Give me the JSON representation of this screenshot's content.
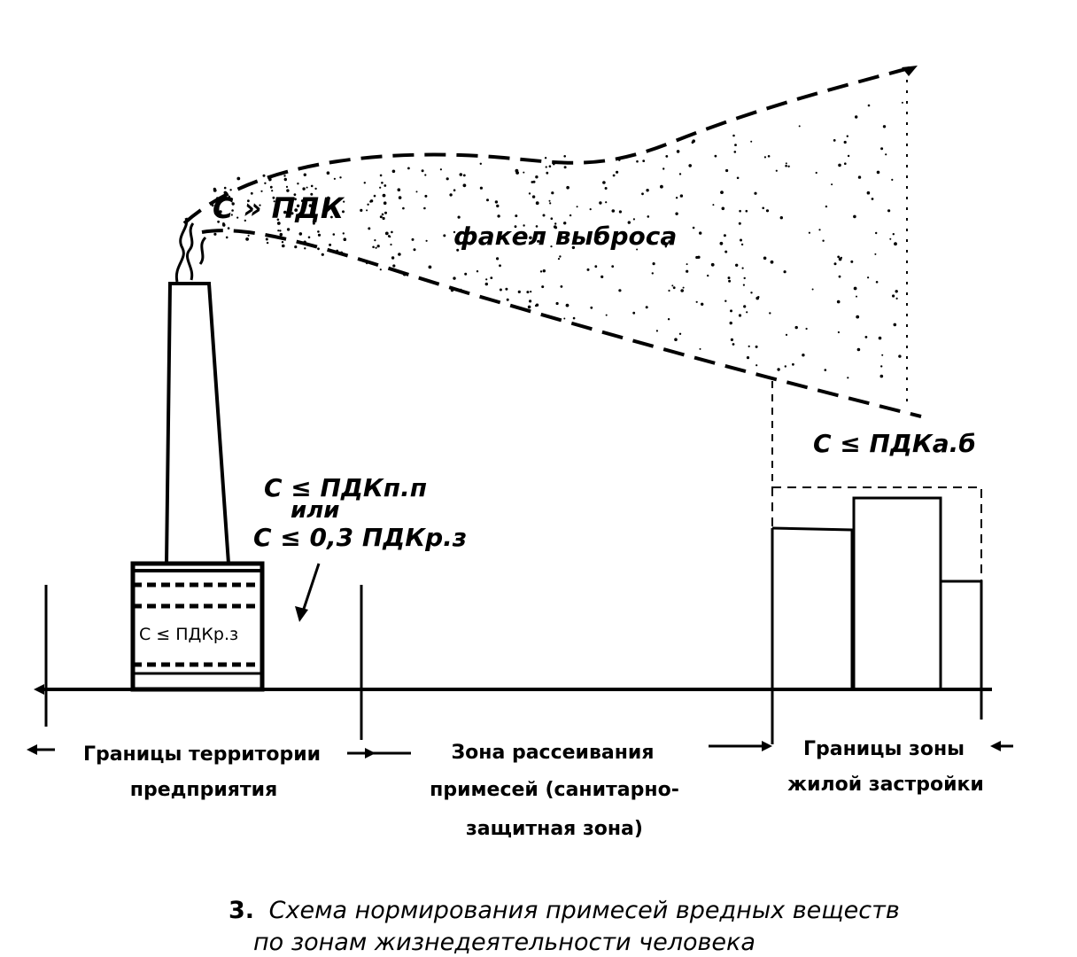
{
  "labels": {
    "c_much_greater": "C » ПДК",
    "plume": "факел выброса",
    "c_le_pdk_rz": "C ≤ ПДКр.з",
    "c_le_pdk_pp": "C ≤ ПДКп.п",
    "ili": "или",
    "c_le_03_pdk_rz": "C ≤ 0,3 ПДКр.з",
    "c_le_pdk_ab": "C ≤ ПДКа.б"
  },
  "zones": {
    "enterprise": [
      "Границы территории",
      "предприятия"
    ],
    "dispersion": [
      "Зона рассеивания",
      "примесей (санитарно-",
      "защитная зона)"
    ],
    "residential": [
      "Границы зоны",
      "жилой застройки"
    ]
  },
  "caption": {
    "number": "3.",
    "line1": "Схема нормирования примесей вредных веществ",
    "line2": "по зонам жизнедеятельности человека"
  }
}
